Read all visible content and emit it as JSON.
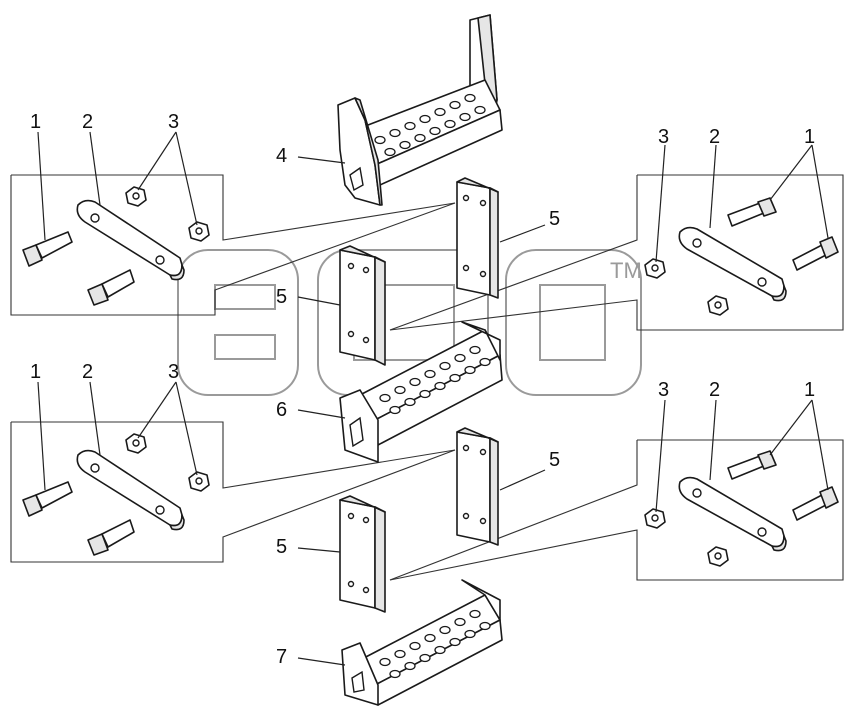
{
  "callouts": {
    "n1": "1",
    "n2": "2",
    "n3": "3",
    "n4": "4",
    "n5": "5",
    "n6": "6",
    "n7": "7"
  },
  "watermark": {
    "mark": "TM"
  }
}
